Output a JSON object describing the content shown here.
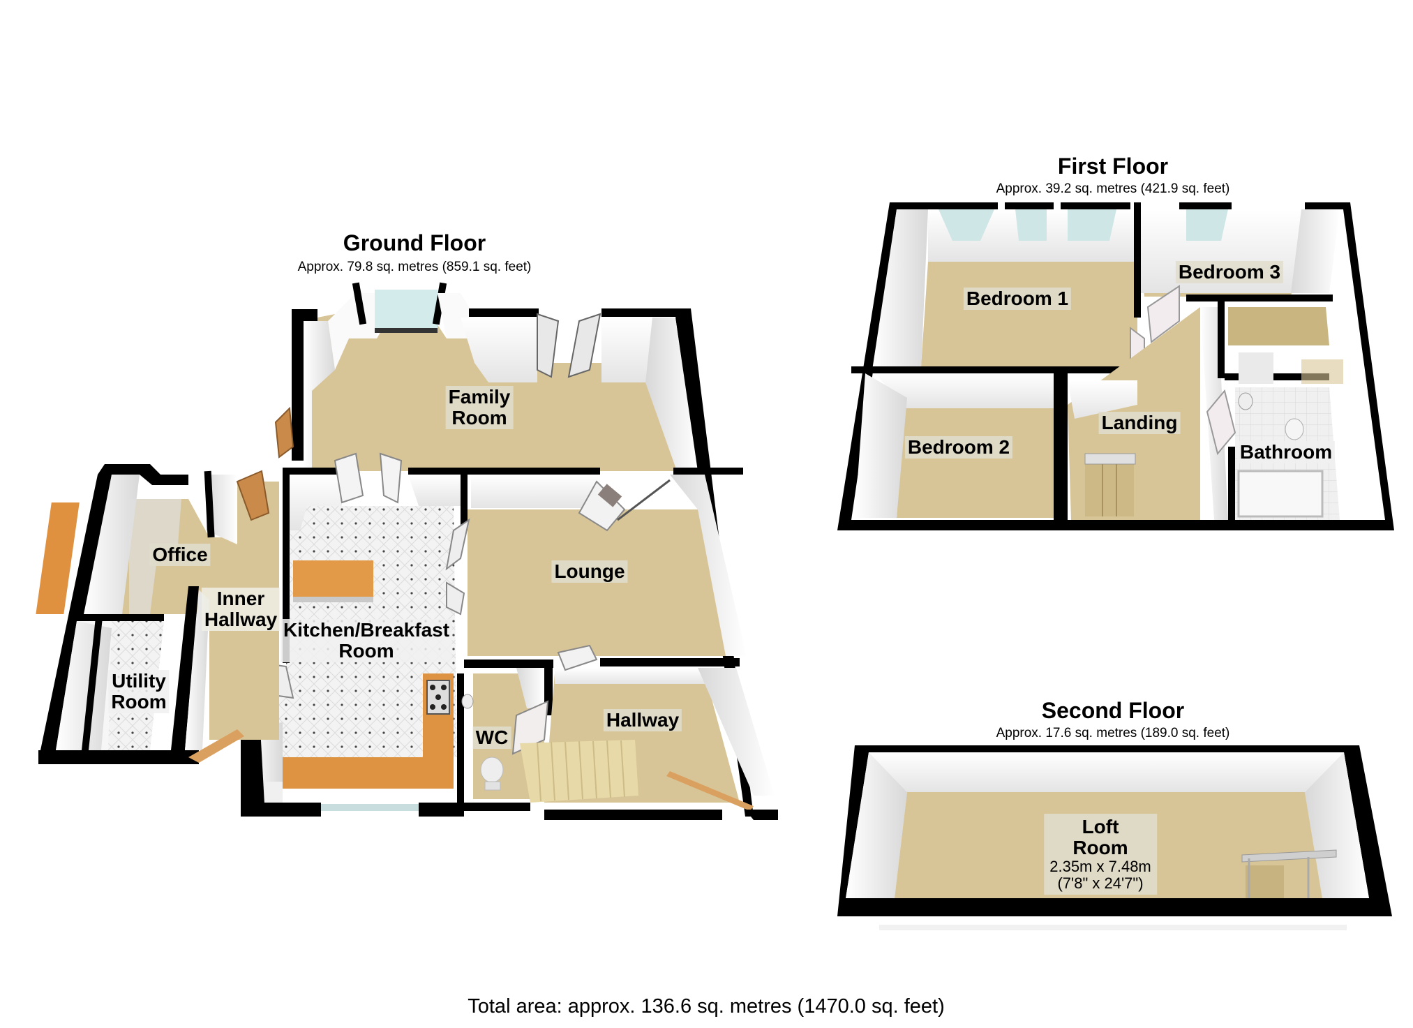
{
  "floors": {
    "ground": {
      "title": "Ground Floor",
      "area": "Approx. 79.8 sq. metres (859.1 sq. feet)",
      "rooms": [
        {
          "name": "Family Room",
          "line1": "Family",
          "line2": "Room"
        },
        {
          "name": "Lounge",
          "line1": "Lounge"
        },
        {
          "name": "Kitchen/Breakfast Room",
          "line1": "Kitchen/Breakfast",
          "line2": "Room"
        },
        {
          "name": "Office",
          "line1": "Office"
        },
        {
          "name": "Inner Hallway",
          "line1": "Inner",
          "line2": "Hallway"
        },
        {
          "name": "Utility Room",
          "line1": "Utility",
          "line2": "Room"
        },
        {
          "name": "WC",
          "line1": "WC"
        },
        {
          "name": "Hallway",
          "line1": "Hallway"
        }
      ]
    },
    "first": {
      "title": "First Floor",
      "area": "Approx. 39.2 sq. metres (421.9 sq. feet)",
      "rooms": [
        {
          "name": "Bedroom 1",
          "line1": "Bedroom 1"
        },
        {
          "name": "Bedroom 3",
          "line1": "Bedroom 3"
        },
        {
          "name": "Bedroom 2",
          "line1": "Bedroom 2"
        },
        {
          "name": "Landing",
          "line1": "Landing"
        },
        {
          "name": "Bathroom",
          "line1": "Bathroom"
        }
      ]
    },
    "second": {
      "title": "Second Floor",
      "area": "Approx. 17.6 sq. metres (189.0 sq. feet)",
      "rooms": [
        {
          "name": "Loft Room",
          "line1": "Loft",
          "line2": "Room",
          "dim_metric": "2.35m x 7.48m",
          "dim_imperial": "(7'8\" x 24'7\")"
        }
      ]
    }
  },
  "total_area": "Total area: approx. 136.6 sq. metres (1470.0 sq. feet)",
  "colors": {
    "wall": "#000000",
    "carpet": "#d8c597",
    "carpet_dark": "#c9b88e",
    "wall_inner": "#ffffff",
    "window_glass": "#cfe6e6",
    "wood": "#d9963f",
    "tile": "#f2f2f2"
  }
}
